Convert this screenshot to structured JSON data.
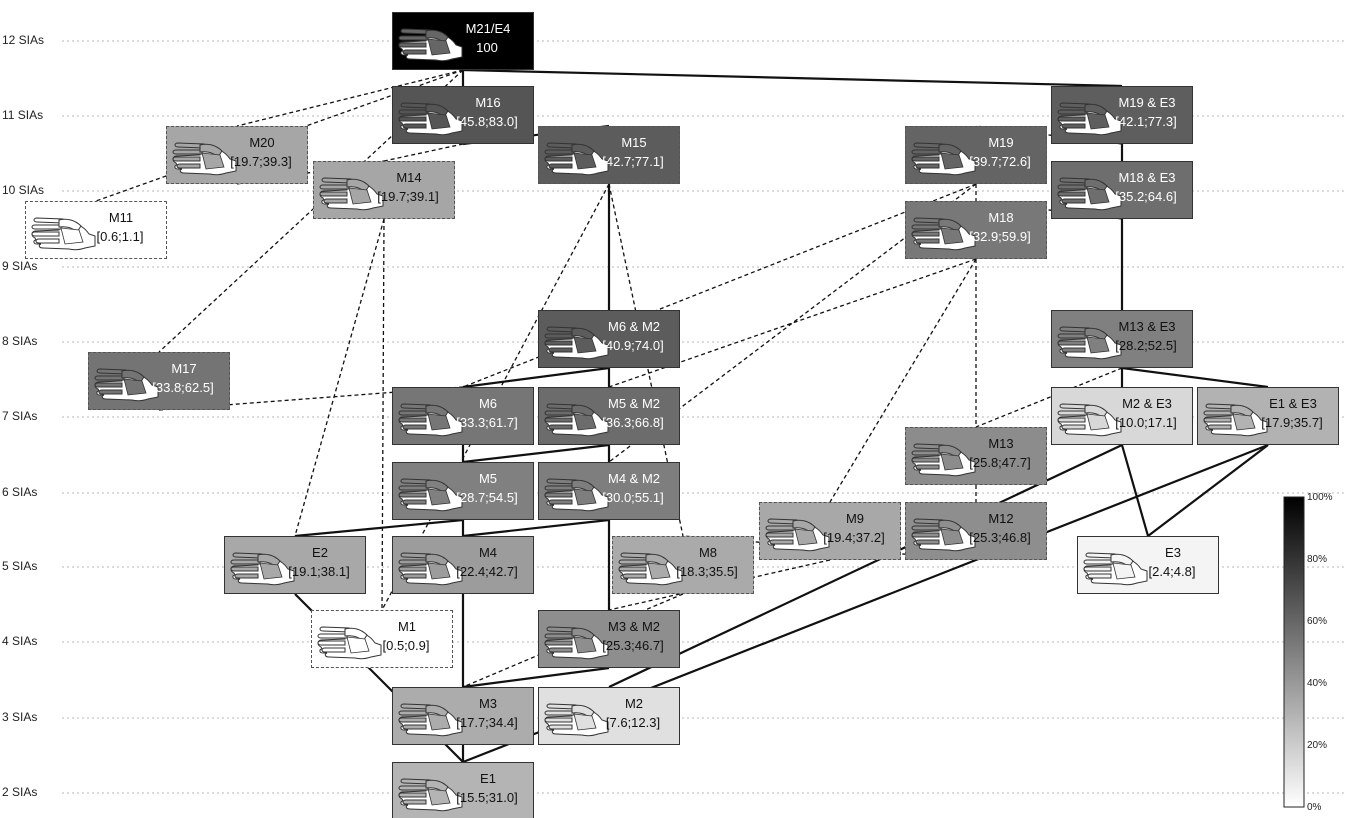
{
  "y_axis_labels": [
    "12 SIAs",
    "11 SIAs",
    "10 SIAs",
    "9 SIAs",
    "8 SIAs",
    "7 SIAs",
    "6 SIAs",
    "5 SIAs",
    "4 SIAs",
    "3 SIAs",
    "2 SIAs"
  ],
  "colorbar": {
    "ticks": [
      "100%",
      "80%",
      "60%",
      "40%",
      "20%",
      "0%"
    ]
  },
  "nodes": [
    {
      "id": "M21E4",
      "name": "M21/E4",
      "value": "100",
      "fill": "#000000",
      "fg": "#ffffff",
      "dashed": false
    },
    {
      "id": "M16",
      "name": "M16",
      "value": "[45.8;83.0]",
      "fill": "#555555",
      "fg": "#ffffff",
      "dashed": false
    },
    {
      "id": "M19E3",
      "name": "M19 & E3",
      "value": "[42.1;77.3]",
      "fill": "#5e5e5e",
      "fg": "#ffffff",
      "dashed": false
    },
    {
      "id": "M20",
      "name": "M20",
      "value": "[19.7;39.3]",
      "fill": "#a6a6a6",
      "fg": "#111111",
      "dashed": true
    },
    {
      "id": "M15",
      "name": "M15",
      "value": "[42.7;77.1]",
      "fill": "#5c5c5c",
      "fg": "#ffffff",
      "dashed": true
    },
    {
      "id": "M19",
      "name": "M19",
      "value": "[39.7;72.6]",
      "fill": "#646464",
      "fg": "#ffffff",
      "dashed": true
    },
    {
      "id": "M14",
      "name": "M14",
      "value": "[19.7;39.1]",
      "fill": "#a6a6a6",
      "fg": "#111111",
      "dashed": true
    },
    {
      "id": "M18E3",
      "name": "M18 & E3",
      "value": "[35.2;64.6]",
      "fill": "#6e6e6e",
      "fg": "#ffffff",
      "dashed": false
    },
    {
      "id": "M11",
      "name": "M11",
      "value": "[0.6;1.1]",
      "fill": "#ffffff",
      "fg": "#111111",
      "dashed": true
    },
    {
      "id": "M18",
      "name": "M18",
      "value": "[32.9;59.9]",
      "fill": "#787878",
      "fg": "#ffffff",
      "dashed": true
    },
    {
      "id": "M6M2",
      "name": "M6 & M2",
      "value": "[40.9;74.0]",
      "fill": "#5c5c5c",
      "fg": "#ffffff",
      "dashed": false
    },
    {
      "id": "M13E3",
      "name": "M13 & E3",
      "value": "[28.2;52.5]",
      "fill": "#808080",
      "fg": "#111111",
      "dashed": false
    },
    {
      "id": "M17",
      "name": "M17",
      "value": "[33.8;62.5]",
      "fill": "#747474",
      "fg": "#ffffff",
      "dashed": true
    },
    {
      "id": "M6",
      "name": "M6",
      "value": "[33.3;61.7]",
      "fill": "#767676",
      "fg": "#ffffff",
      "dashed": false
    },
    {
      "id": "M5M2",
      "name": "M5 & M2",
      "value": "[36.3;66.8]",
      "fill": "#6c6c6c",
      "fg": "#ffffff",
      "dashed": false
    },
    {
      "id": "M2E3",
      "name": "M2 & E3",
      "value": "[10.0;17.1]",
      "fill": "#d8d8d8",
      "fg": "#111111",
      "dashed": false
    },
    {
      "id": "E1E3",
      "name": "E1 & E3",
      "value": "[17.9;35.7]",
      "fill": "#b2b2b2",
      "fg": "#111111",
      "dashed": false
    },
    {
      "id": "M13",
      "name": "M13",
      "value": "[25.8;47.7]",
      "fill": "#8c8c8c",
      "fg": "#111111",
      "dashed": true
    },
    {
      "id": "M5",
      "name": "M5",
      "value": "[28.7;54.5]",
      "fill": "#808080",
      "fg": "#ffffff",
      "dashed": false
    },
    {
      "id": "M4M2",
      "name": "M4 & M2",
      "value": "[30.0;55.1]",
      "fill": "#7e7e7e",
      "fg": "#ffffff",
      "dashed": false
    },
    {
      "id": "M9",
      "name": "M9",
      "value": "[19.4;37.2]",
      "fill": "#a8a8a8",
      "fg": "#111111",
      "dashed": true
    },
    {
      "id": "M12",
      "name": "M12",
      "value": "[25.3;46.8]",
      "fill": "#8e8e8e",
      "fg": "#111111",
      "dashed": true
    },
    {
      "id": "E2",
      "name": "E2",
      "value": "[19.1;38.1]",
      "fill": "#a8a8a8",
      "fg": "#111111",
      "dashed": false
    },
    {
      "id": "M4",
      "name": "M4",
      "value": "[22.4;42.7]",
      "fill": "#9c9c9c",
      "fg": "#111111",
      "dashed": false
    },
    {
      "id": "M8",
      "name": "M8",
      "value": "[18.3;35.5]",
      "fill": "#aaaaaa",
      "fg": "#111111",
      "dashed": true
    },
    {
      "id": "E3",
      "name": "E3",
      "value": "[2.4;4.8]",
      "fill": "#f4f4f4",
      "fg": "#111111",
      "dashed": false
    },
    {
      "id": "M1",
      "name": "M1",
      "value": "[0.5;0.9]",
      "fill": "#ffffff",
      "fg": "#111111",
      "dashed": true
    },
    {
      "id": "M3M2",
      "name": "M3 & M2",
      "value": "[25.3;46.7]",
      "fill": "#8e8e8e",
      "fg": "#111111",
      "dashed": false
    },
    {
      "id": "M3",
      "name": "M3",
      "value": "[17.7;34.4]",
      "fill": "#acacac",
      "fg": "#111111",
      "dashed": false
    },
    {
      "id": "M2",
      "name": "M2",
      "value": "[7.6;12.3]",
      "fill": "#e0e0e0",
      "fg": "#111111",
      "dashed": false
    },
    {
      "id": "E1",
      "name": "E1",
      "value": "[15.5;31.0]",
      "fill": "#b4b4b4",
      "fg": "#111111",
      "dashed": false
    }
  ],
  "edges": [
    {
      "from": "M21E4",
      "to": "M16",
      "style": "solid"
    },
    {
      "from": "M21E4",
      "to": "M19E3",
      "style": "solid"
    },
    {
      "from": "M21E4",
      "to": "M11",
      "style": "dashed"
    },
    {
      "from": "M21E4",
      "to": "M20",
      "style": "dashed"
    },
    {
      "from": "M21E4",
      "to": "M17",
      "style": "dashed"
    },
    {
      "from": "M16",
      "to": "M15",
      "style": "solid"
    },
    {
      "from": "M16",
      "to": "M14",
      "style": "dashed"
    },
    {
      "from": "M20",
      "to": "M14",
      "style": "dashed"
    },
    {
      "from": "M15",
      "to": "M6M2",
      "style": "solid"
    },
    {
      "from": "M15",
      "to": "M8",
      "style": "dashed"
    },
    {
      "from": "M15",
      "to": "M1",
      "style": "dashed"
    },
    {
      "from": "M14",
      "to": "E2",
      "style": "dashed"
    },
    {
      "from": "M14",
      "to": "M1",
      "style": "dashed"
    },
    {
      "from": "M19E3",
      "to": "M19",
      "style": "dashed"
    },
    {
      "from": "M19E3",
      "to": "M18E3",
      "style": "solid"
    },
    {
      "from": "M18E3",
      "to": "M18",
      "style": "dashed"
    },
    {
      "from": "M18E3",
      "to": "M13E3",
      "style": "solid"
    },
    {
      "from": "M19",
      "to": "M18",
      "style": "dashed"
    },
    {
      "from": "M19",
      "to": "M6",
      "style": "dashed"
    },
    {
      "from": "M19",
      "to": "M4M2",
      "style": "dashed"
    },
    {
      "from": "M18",
      "to": "M5M2",
      "style": "dashed"
    },
    {
      "from": "M18",
      "to": "M9",
      "style": "dashed"
    },
    {
      "from": "M18",
      "to": "M13",
      "style": "dashed"
    },
    {
      "from": "M13E3",
      "to": "M13",
      "style": "dashed"
    },
    {
      "from": "M13E3",
      "to": "M2E3",
      "style": "solid"
    },
    {
      "from": "M13E3",
      "to": "E1E3",
      "style": "solid"
    },
    {
      "from": "M2E3",
      "to": "E3",
      "style": "solid"
    },
    {
      "from": "E1E3",
      "to": "E3",
      "style": "solid"
    },
    {
      "from": "M2E3",
      "to": "M2",
      "style": "solid"
    },
    {
      "from": "E1E3",
      "to": "E1",
      "style": "solid"
    },
    {
      "from": "M13",
      "to": "M12",
      "style": "dashed"
    },
    {
      "from": "M12",
      "to": "M8",
      "style": "dashed"
    },
    {
      "from": "M9",
      "to": "M3M2",
      "style": "dashed"
    },
    {
      "from": "M17",
      "to": "M6",
      "style": "dashed"
    },
    {
      "from": "M6M2",
      "to": "M6",
      "style": "solid"
    },
    {
      "from": "M6M2",
      "to": "M5M2",
      "style": "solid"
    },
    {
      "from": "M6",
      "to": "M5",
      "style": "solid"
    },
    {
      "from": "M5M2",
      "to": "M5",
      "style": "solid"
    },
    {
      "from": "M5M2",
      "to": "M4M2",
      "style": "solid"
    },
    {
      "from": "M5",
      "to": "E2",
      "style": "solid"
    },
    {
      "from": "M5",
      "to": "M4",
      "style": "solid"
    },
    {
      "from": "M4M2",
      "to": "M4",
      "style": "solid"
    },
    {
      "from": "M4M2",
      "to": "M3M2",
      "style": "solid"
    },
    {
      "from": "M4",
      "to": "M3",
      "style": "solid"
    },
    {
      "from": "M3M2",
      "to": "M3",
      "style": "solid"
    },
    {
      "from": "M8",
      "to": "M3",
      "style": "dashed"
    },
    {
      "from": "E2",
      "to": "E1",
      "style": "solid"
    },
    {
      "from": "M3",
      "to": "E1",
      "style": "solid"
    }
  ]
}
